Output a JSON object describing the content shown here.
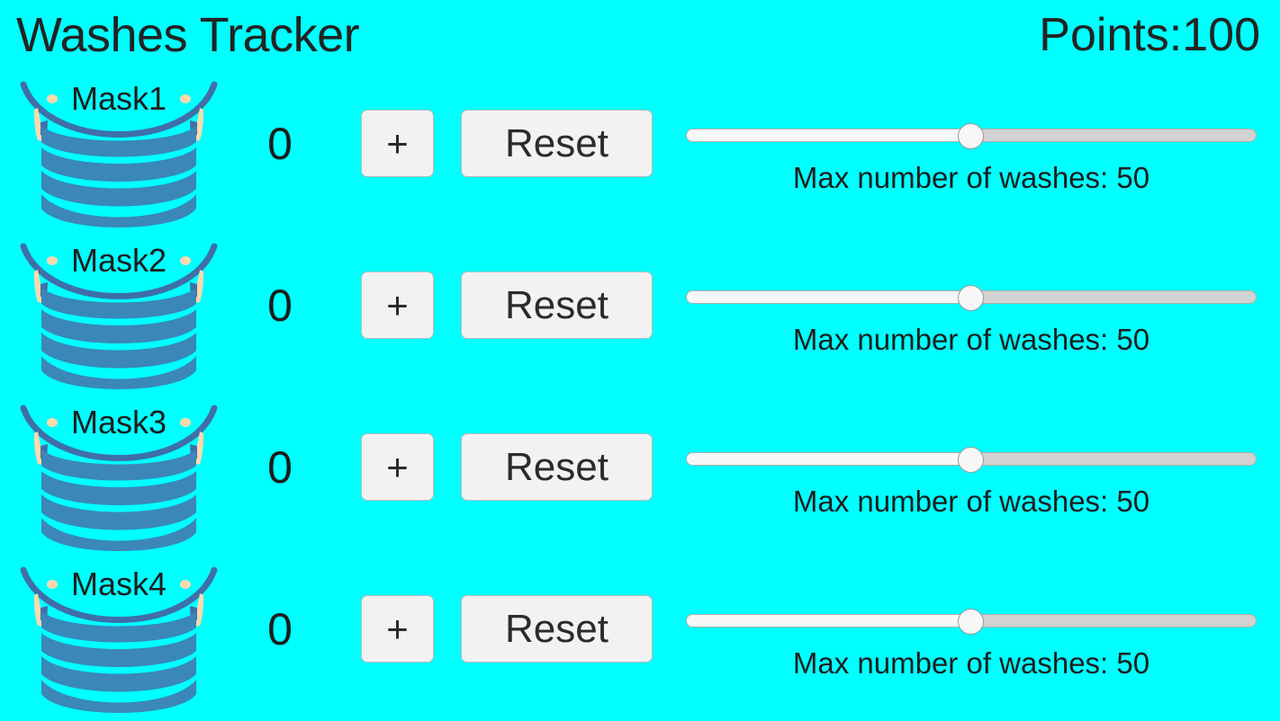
{
  "app": {
    "title": "Washes Tracker",
    "points_label": "Points:100",
    "background_color": "#00FFFF",
    "mask_color": "#3a87b8",
    "strap_color": "#3f6fa8",
    "ear_color": "#ffd9ae",
    "button_fill": "#f2f2f2",
    "text_color": "#1d1d1d"
  },
  "rows": [
    {
      "mask_label": "Mask1",
      "mask_icon": "face-mask-icon",
      "count": "0",
      "increment_label": "+",
      "reset_label": "Reset",
      "slider": {
        "value": 50,
        "min": 0,
        "max": 100,
        "caption": "Max number of washes: 50"
      }
    },
    {
      "mask_label": "Mask2",
      "mask_icon": "face-mask-icon",
      "count": "0",
      "increment_label": "+",
      "reset_label": "Reset",
      "slider": {
        "value": 50,
        "min": 0,
        "max": 100,
        "caption": "Max number of washes: 50"
      }
    },
    {
      "mask_label": "Mask3",
      "mask_icon": "face-mask-icon",
      "count": "0",
      "increment_label": "+",
      "reset_label": "Reset",
      "slider": {
        "value": 50,
        "min": 0,
        "max": 100,
        "caption": "Max number of washes: 50"
      }
    },
    {
      "mask_label": "Mask4",
      "mask_icon": "face-mask-icon",
      "count": "0",
      "increment_label": "+",
      "reset_label": "Reset",
      "slider": {
        "value": 50,
        "min": 0,
        "max": 100,
        "caption": "Max number of washes: 50"
      }
    }
  ]
}
